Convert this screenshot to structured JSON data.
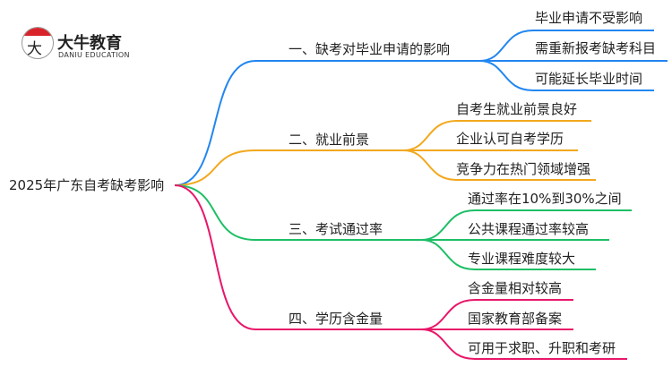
{
  "logo": {
    "glyph": "大牛",
    "name": "大牛教育",
    "subtitle": "DANIU EDUCATION"
  },
  "root": "2025年广东自考缺考影响",
  "colors": {
    "b1": "#2286f0",
    "b2": "#f2a81d",
    "b3": "#1dbf66",
    "b4": "#e8176a"
  },
  "branches": [
    {
      "label": "一、缺考对毕业申请的影响",
      "leaves": [
        "毕业申请不受影响",
        "需重新报考缺考科目",
        "可能延长毕业时间"
      ]
    },
    {
      "label": "二、就业前景",
      "leaves": [
        "自考生就业前景良好",
        "企业认可自考学历",
        "竞争力在热门领域增强"
      ]
    },
    {
      "label": "三、考试通过率",
      "leaves": [
        "通过率在10%到30%之间",
        "公共课程通过率较高",
        "专业课程难度较大"
      ]
    },
    {
      "label": "四、学历含金量",
      "leaves": [
        "含金量相对较高",
        "国家教育部备案",
        "可用于求职、升职和考研"
      ]
    }
  ]
}
